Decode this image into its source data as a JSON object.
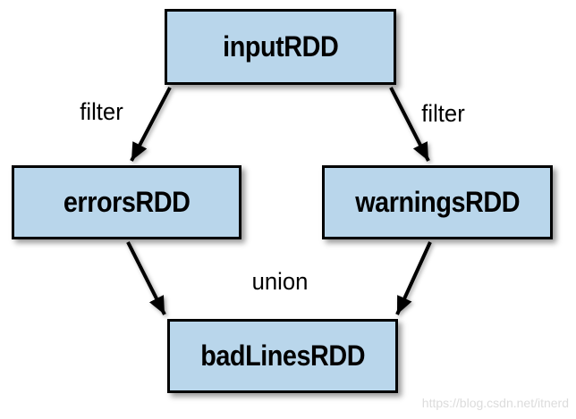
{
  "diagram": {
    "nodes": {
      "input": {
        "label": "inputRDD"
      },
      "errors": {
        "label": "errorsRDD"
      },
      "warnings": {
        "label": "warningsRDD"
      },
      "badlines": {
        "label": "badLinesRDD"
      }
    },
    "edges": {
      "input_to_errors": {
        "label": "filter"
      },
      "input_to_warnings": {
        "label": "filter"
      },
      "to_badlines": {
        "label": "union"
      }
    },
    "colors": {
      "node_fill": "#B9D6EB",
      "node_border": "#000000",
      "arrow": "#000000"
    }
  },
  "watermark": {
    "text": "https://blog.csdn.net/itnerd",
    "color": "#DCDCDC"
  }
}
